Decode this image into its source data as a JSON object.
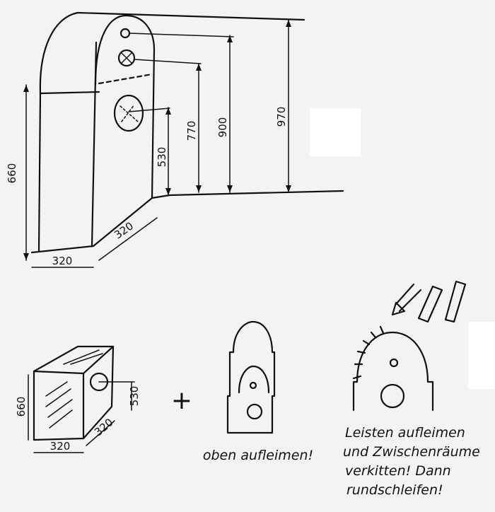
{
  "main_sketch": {
    "dimensions": {
      "height_left": "660",
      "width_front": "320",
      "width_side": "320",
      "height_530": "530",
      "height_770": "770",
      "height_900": "900",
      "height_970": "970"
    }
  },
  "small_sketch": {
    "dimensions": {
      "height": "660",
      "width_front": "320",
      "width_side": "320",
      "height_hole": "530"
    },
    "plus_sign": "+"
  },
  "middle_sketch": {
    "note": "oben aufleimen!"
  },
  "right_sketch": {
    "note_lines": [
      "Leisten aufleimen",
      "und Zwischenräume",
      "verkitten! Dann",
      "rundschleifen!"
    ]
  }
}
